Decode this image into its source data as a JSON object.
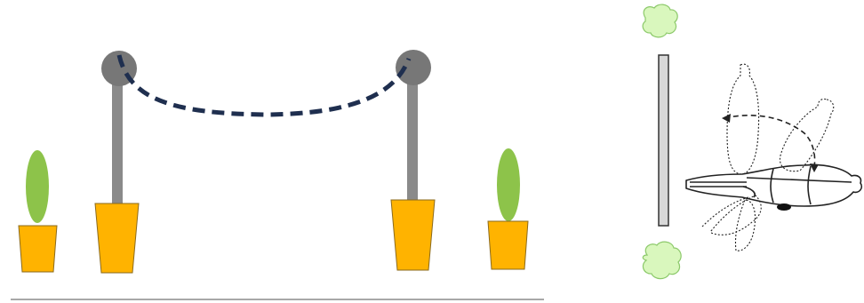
{
  "panels": [
    {
      "id": "setup-side-view",
      "items": [
        "left-plant-pot",
        "left-pole-pot",
        "left-pole",
        "left-pulley",
        "dashed-cable",
        "right-pulley",
        "right-pole",
        "right-pole-pot",
        "right-plant-pot",
        "ground-line"
      ]
    },
    {
      "id": "animal-top-view",
      "items": [
        "top-shrub",
        "vertical-bar",
        "bottom-shrub",
        "animal-outline",
        "animal-dotted-head-positions",
        "rotation-arrow"
      ]
    }
  ],
  "colors": {
    "pot": "#FFB300",
    "pot_border": "#8a6a1e",
    "plant": "#8DC34A",
    "pole": "#8a8a8a",
    "pulley": "#777777",
    "cable": "#1f2f4f",
    "ground": "#a8a8a8",
    "shrub_fill": "#d9f7bd",
    "shrub_stroke": "#8cc96a",
    "bar_fill": "#d8d8d8",
    "bar_stroke": "#333333",
    "sketch": "#222222"
  }
}
